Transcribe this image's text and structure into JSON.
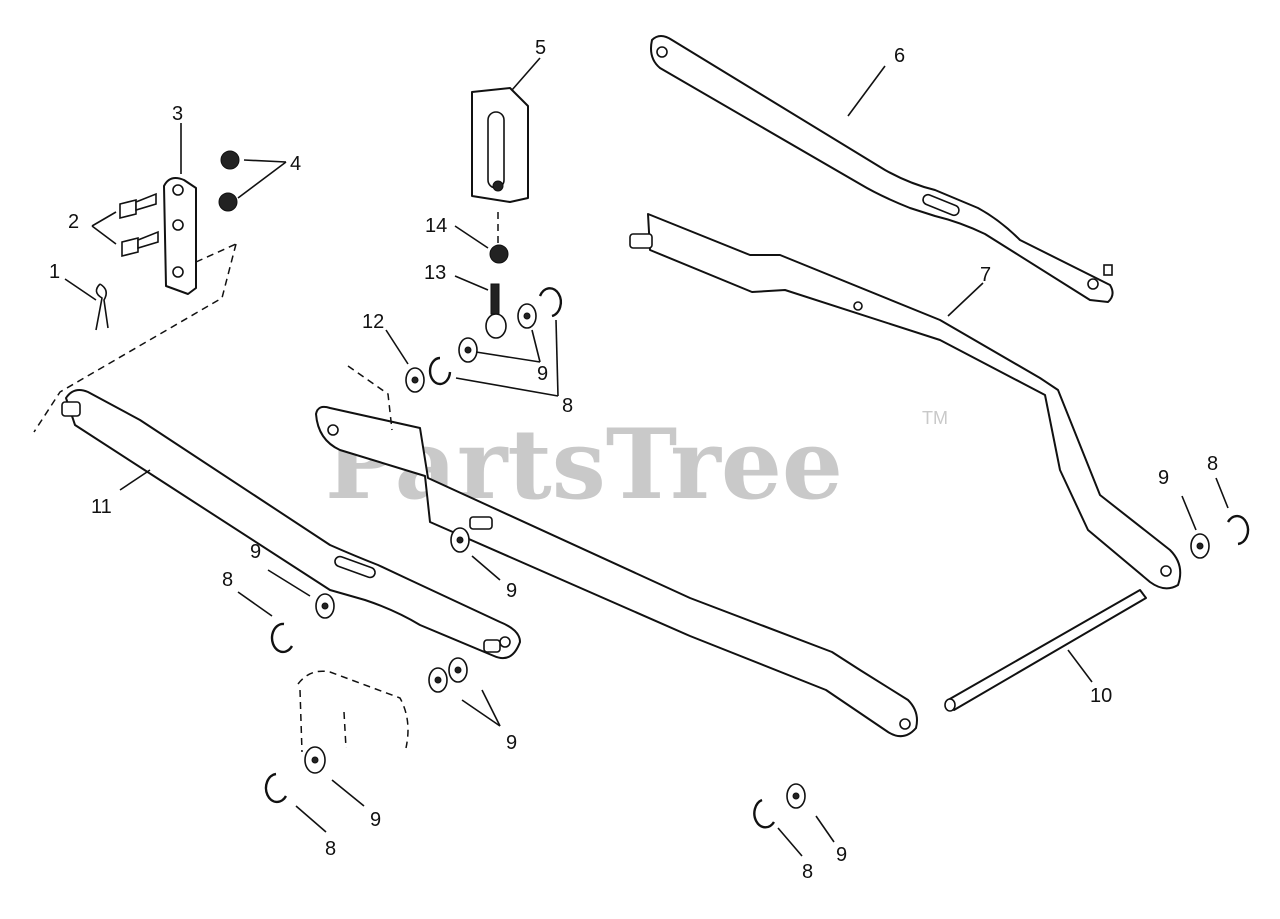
{
  "watermark": {
    "text": "PartsTree",
    "tm": "TM"
  },
  "callouts": {
    "c1": "1",
    "c2": "2",
    "c3": "3",
    "c4": "4",
    "c5": "5",
    "c6": "6",
    "c7": "7",
    "c8a": "8",
    "c8b": "8",
    "c8c": "8",
    "c8d": "8",
    "c8e": "8",
    "c9a": "9",
    "c9b": "9",
    "c9c": "9",
    "c9d": "9",
    "c9e": "9",
    "c9f": "9",
    "c9g": "9",
    "c10": "10",
    "c11": "11",
    "c12": "12",
    "c13": "13",
    "c14": "14"
  }
}
